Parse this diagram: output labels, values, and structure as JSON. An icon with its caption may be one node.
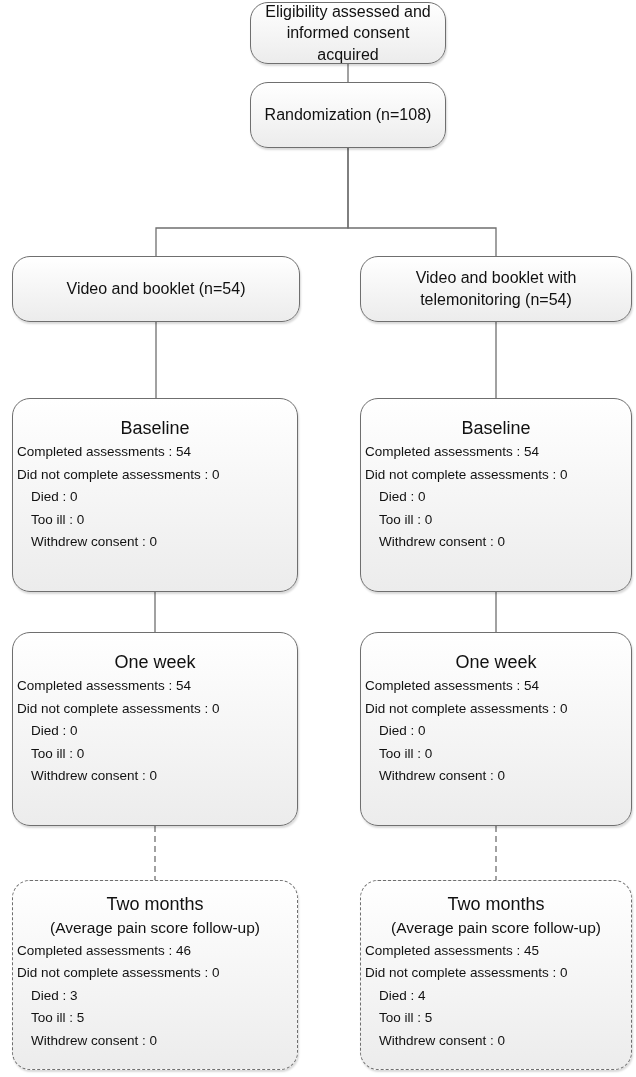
{
  "diagram": {
    "nodes": [
      {
        "text": [
          "Eligibility assessed and informed consent acquired"
        ]
      },
      {
        "text": [
          "Randomization (n=108)"
        ]
      },
      {
        "text": [
          "Video and booklet (n=54)"
        ]
      },
      {
        "text": [
          "Video and booklet with telemonitoring (n=54)"
        ]
      },
      {
        "text": [
          "Baseline",
          "Completed assessments : 54",
          "Did not complete assessments : 0",
          "Died : 0",
          "Too ill : 0",
          "Withdrew consent : 0"
        ]
      },
      {
        "text": [
          "Baseline",
          "Completed assessments : 54",
          "Did not complete assessments : 0",
          "Died : 0",
          "Too ill : 0",
          "Withdrew consent : 0"
        ]
      },
      {
        "text": [
          "One week",
          "Completed assessments : 54",
          "Did not complete assessments : 0",
          "Died : 0",
          "Too ill : 0",
          "Withdrew consent : 0"
        ]
      },
      {
        "text": [
          "One week",
          "Completed assessments : 54",
          "Did not complete assessments : 0",
          "Died : 0",
          "Too ill : 0",
          "Withdrew consent : 0"
        ]
      },
      {
        "text": [
          "Two months",
          "(Average pain score follow-up)",
          "Completed assessments : 46",
          "Did not complete assessments : 0",
          "Died : 3",
          "Too ill : 5",
          "Withdrew consent : 0"
        ]
      },
      {
        "text": [
          "Two months",
          "(Average pain score follow-up)",
          "Completed assessments : 45",
          "Did not complete assessments : 0",
          "Died : 4",
          "Too ill : 5",
          "Withdrew consent : 0"
        ]
      }
    ],
    "edges": [
      {
        "from": 0,
        "to": 1,
        "arrow": "none"
      },
      {
        "from": 1,
        "to": 2,
        "arrow": "none"
      },
      {
        "from": 1,
        "to": 3,
        "arrow": "none"
      },
      {
        "from": 2,
        "to": 4,
        "arrow": "none"
      },
      {
        "from": 3,
        "to": 5,
        "arrow": "none"
      },
      {
        "from": 4,
        "to": 6,
        "arrow": "none"
      },
      {
        "from": 5,
        "to": 7,
        "arrow": "none"
      },
      {
        "from": 6,
        "to": 8,
        "arrow": "none",
        "style": "dashed"
      },
      {
        "from": 7,
        "to": 9,
        "arrow": "none",
        "style": "dashed"
      }
    ]
  }
}
